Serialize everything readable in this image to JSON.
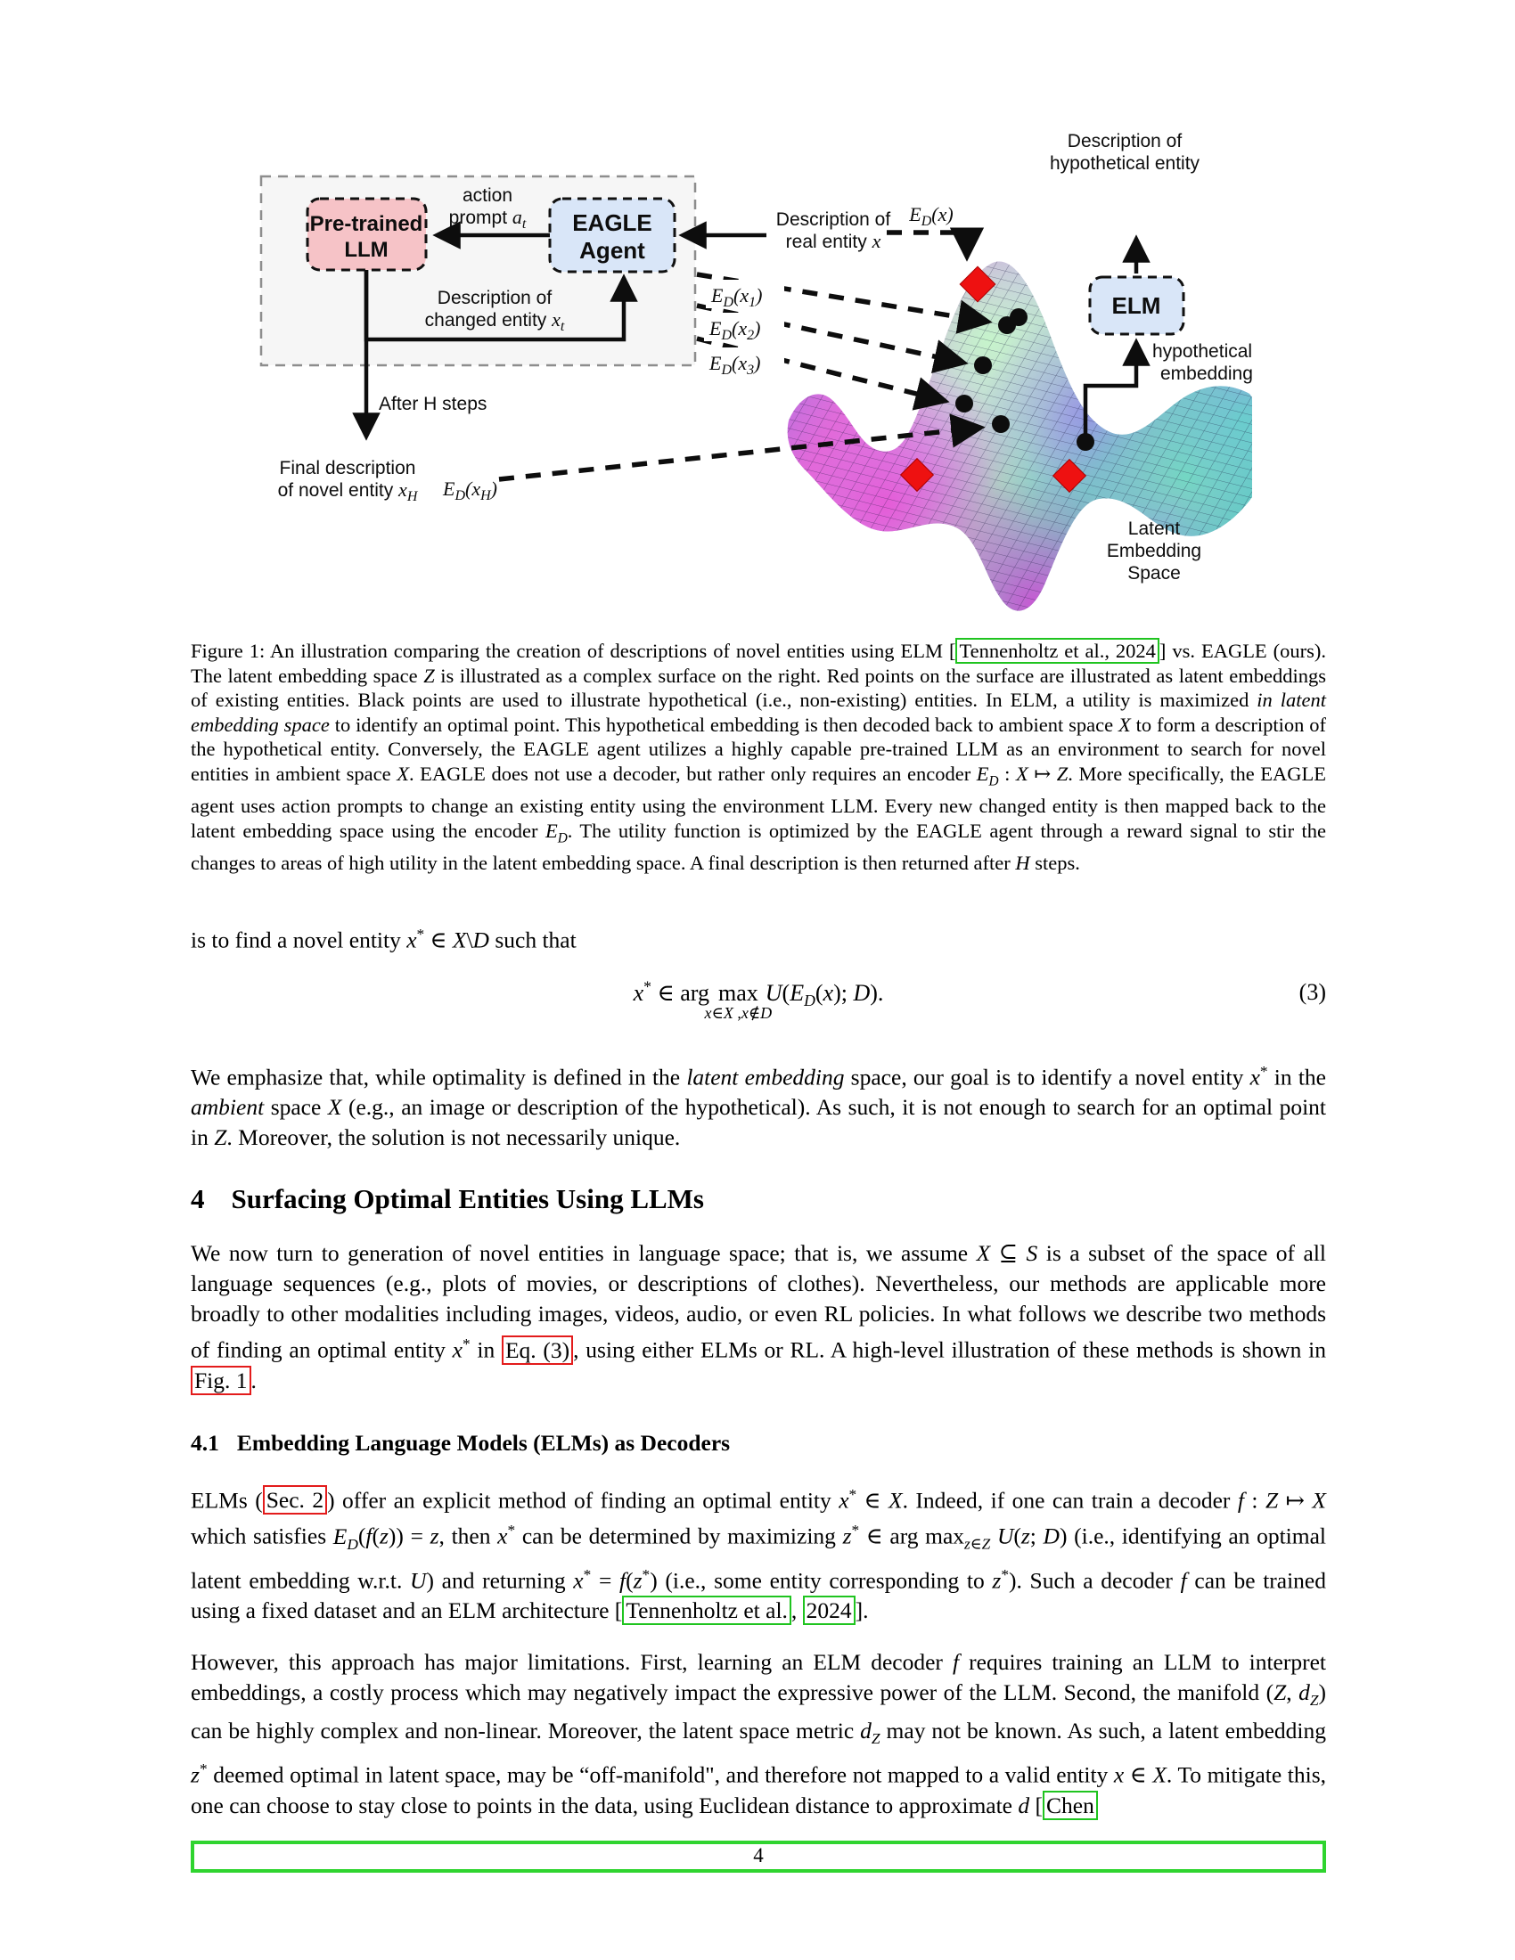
{
  "figure": {
    "llm_line1": "Pre-trained",
    "llm_line2": "LLM",
    "agent_line1": "EAGLE",
    "agent_line2": "Agent",
    "elm_label": "ELM",
    "action_line1": "action",
    "action_line2_html": "prompt <tspan class='mi'>a</tspan><tspan class='mi ss' dy='5'>t</tspan>",
    "changed_line1": "Description of",
    "changed_line2_html": "changed entity <tspan class='mi'>x</tspan><tspan class='mi ss' dy='5'>t</tspan>",
    "real_line1": "Description of",
    "real_line2_html": "real entity <tspan class='mi'>x</tspan>",
    "hyp_line1": "Description of",
    "hyp_line2": "hypothetical entity",
    "hypemb_line1": "hypothetical",
    "hypemb_line2": "embedding",
    "after_h": "After H steps",
    "final_line1": "Final description",
    "final_line2_html": "of novel entity <tspan class='mi'>x</tspan><tspan class='mi ss' dy='5'>H</tspan>",
    "ed_x_html": "E<tspan class='ss' dy='5'>D</tspan><tspan dy='-5'>(x)</tspan>",
    "ed_x1_html": "E<tspan class='ss' dy='5'>D</tspan><tspan dy='-5'>(x</tspan><tspan class='ss' dy='5'>1</tspan><tspan dy='-5'>)</tspan>",
    "ed_x2_html": "E<tspan class='ss' dy='5'>D</tspan><tspan dy='-5'>(x</tspan><tspan class='ss' dy='5'>2</tspan><tspan dy='-5'>)</tspan>",
    "ed_x3_html": "E<tspan class='ss' dy='5'>D</tspan><tspan dy='-5'>(x</tspan><tspan class='ss' dy='5'>3</tspan><tspan dy='-5'>)</tspan>",
    "ed_xh_html": "E<tspan class='ss' dy='5'>D</tspan><tspan dy='-5'>(x</tspan><tspan class='ss' dy='5'>H</tspan><tspan dy='-5'>)</tspan>",
    "latent_line1": "Latent",
    "latent_line2": "Embedding",
    "latent_line3": "Space"
  },
  "caption_html": "Figure 1: An illustration comparing the creation of descriptions of novel entities using ELM [<x-cite>Tennenholtz et al., 2024</x-cite>] vs. EAGLE (ours). The latent embedding space <i>Z</i> is illustrated as a complex surface on the right. Red points on the surface are illustrated as latent embeddings of existing entities. Black points are used to illustrate hypothetical (i.e., non-existing) entities. In ELM, a utility is maximized <i>in latent embedding space</i> to identify an optimal point. This hypothetical embedding is then decoded back to ambient space <i>X</i> to form a description of the hypothetical entity. Conversely, the EAGLE agent utilizes a highly capable pre-trained LLM as an environment to search for novel entities in ambient space <i>X</i>. EAGLE does not use a decoder, but rather only requires an encoder <i>E<sub>D</sub></i> : <i>X</i> ↦ <i>Z</i>. More specifically, the EAGLE agent uses action prompts to change an existing entity using the environment LLM. Every new changed entity is then mapped back to the latent embedding space using the encoder <i>E<sub>D</sub></i>. The utility function is optimized by the EAGLE agent through a reward signal to stir the changes to areas of high utility in the latent embedding space. A final description is then returned after <i>H</i> steps.",
  "body": {
    "lead_html": "is to find a novel entity <i>x</i><sup>*</sup> ∈ <i>X</i>\\<i>D</i> such that",
    "emphasize_html": "We emphasize that, while optimality is defined in the <i>latent embedding</i> space, our goal is to identify a novel entity <i>x</i><sup>*</sup> in the <i>ambient</i> space <i>X</i> (e.g., an image or description of the hypothetical). As such, it is not enough to search for an optimal point in <i>Z</i>. Moreover, the solution is not necessarily unique.",
    "sec4_num": "4",
    "sec4_title": "Surfacing Optimal Entities Using LLMs",
    "sec4_para_html": "We now turn to generation of novel entities in language space; that is, we assume <i>X</i> ⊆ <i>S</i> is a subset of the space of all language sequences (e.g., plots of movies, or descriptions of clothes). Nevertheless, our methods are applicable more broadly to other modalities including images, videos, audio, or even RL policies. In what follows we describe two methods of finding an optimal entity <i>x</i><sup>*</sup> in <x-ref>Eq. (3)</x-ref>, using either ELMs or RL. A high-level illustration of these methods is shown in <x-ref>Fig. 1</x-ref>.",
    "sec41_num": "4.1",
    "sec41_title": "Embedding Language Models (ELMs) as Decoders",
    "sec41_para_html": "ELMs (<x-ref>Sec. 2</x-ref>) offer an explicit method of finding an optimal entity <i>x</i><sup>*</sup> ∈ <i>X</i>. Indeed, if one can train a decoder <i>f</i> : <i>Z</i> ↦ <i>X</i> which satisfies <i>E<sub>D</sub></i>(<i>f</i>(<i>z</i>)) = <i>z</i>, then <i>x</i><sup>*</sup> can be determined by maximizing <i>z</i><sup>*</sup> ∈ arg max<sub><i>z</i>∈<i>Z</i></sub> <i>U</i>(<i>z</i>; <i>D</i>) (i.e., identifying an optimal latent embedding w.r.t. <i>U</i>) and returning <i>x</i><sup>*</sup> = <i>f</i>(<i>z</i><sup>*</sup>) (i.e., some entity corresponding to <i>z</i><sup>*</sup>). Such a decoder <i>f</i> can be trained using a fixed dataset and an ELM architecture [<x-cite>Tennenholtz et al.</x-cite>, <x-cite>2024</x-cite>].",
    "limitations_html": "However, this approach has major limitations. First, learning an ELM decoder <i>f</i> requires training an LLM to interpret embeddings, a costly process which may negatively impact the expressive power of the LLM. Second, the manifold (<i>Z</i>, <i>d<sub>Z</sub></i>) can be highly complex and non-linear. Moreover, the latent space metric <i>d<sub>Z</sub></i> may not be known. As such, a latent embedding <i>z</i><sup>*</sup> deemed optimal in latent space, may be “off-manifold\", and therefore not mapped to a valid entity <i>x</i> ∈ <i>X</i>. To mitigate this, one can choose to stay close to points in the data, using Euclidean distance to approximate <i>d</i> [<x-cite>Chen</x-cite>"
  },
  "equation": {
    "lhs_html": "<i>x</i><sup>*</sup> ∈ arg",
    "max_op": "max",
    "under_html": "<i>x</i>∈<i>X</i> ,<i>x</i>∉<i>D</i>",
    "rhs_html": "<i>U</i>(<i>E<sub>D</sub></i>(<i>x</i>); <i>D</i>).",
    "number": "(3)"
  },
  "footer": {
    "page_number": "4"
  },
  "colors": {
    "env_fill": "#f6f6f6",
    "llm_fill": "#f6c3c7",
    "agent_fill": "#d9e6f8",
    "diamond": "#ee1111",
    "ref_box": "#e31b1b",
    "cite_box": "#1fc41f"
  }
}
